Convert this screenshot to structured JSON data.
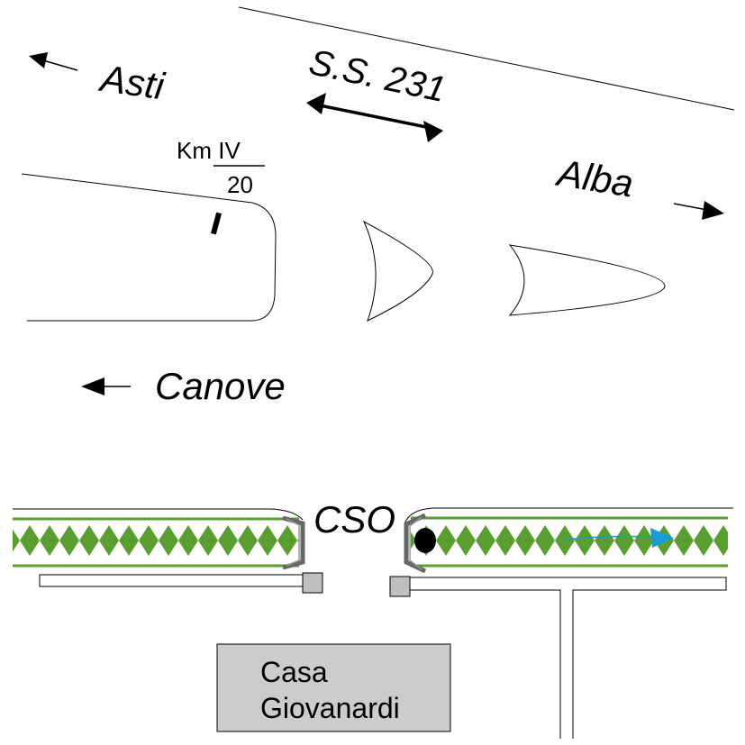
{
  "labels": {
    "asti": "Asti",
    "road": "S.S. 231",
    "km_top": "Km IV",
    "km_bottom": "20",
    "alba": "Alba",
    "canove": "Canove",
    "cso": "CSO",
    "house_line1": "Casa",
    "house_line2": "Giovanardi"
  },
  "icons": {
    "direction_arrows": "arrow-icon",
    "flow_arrow": "flow-arrow-icon",
    "marker": "km-marker-icon"
  },
  "colors": {
    "vegetation": "#5a9e2f",
    "flow": "#1a9ad6",
    "house_fill": "#cccccc",
    "barrier": "#666666",
    "barrier_light": "#999999",
    "pillar": "#bfbfbf",
    "ink": "#000000"
  }
}
